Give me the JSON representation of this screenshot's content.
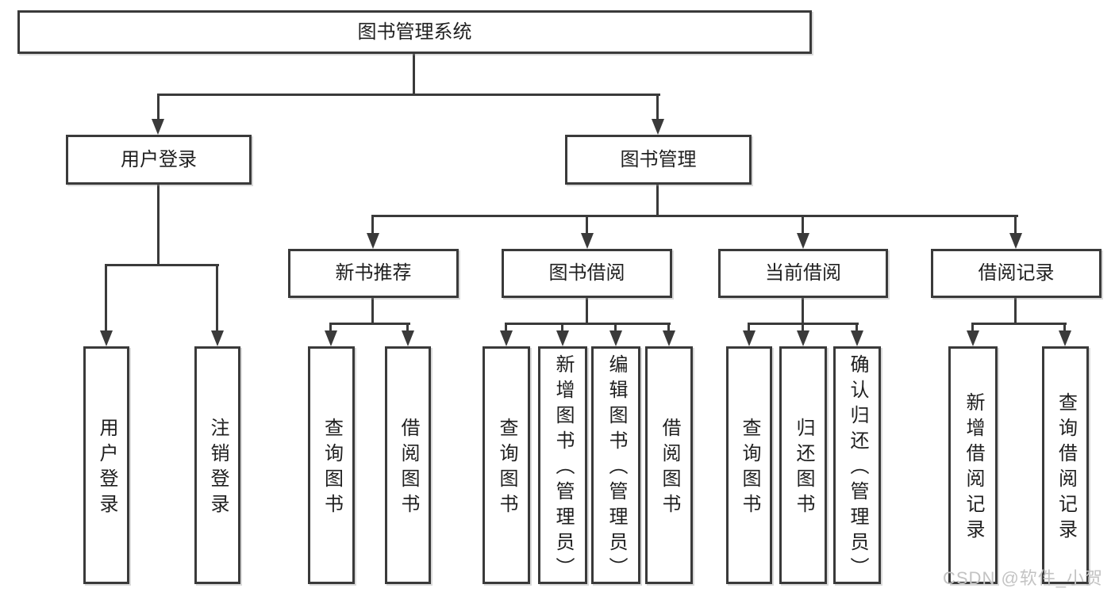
{
  "diagram_type": "tree-diagram",
  "colors": {
    "line": "#3a3a3a",
    "box_border": "#3a3a3a",
    "text": "#1f1f1f",
    "background": "#ffffff",
    "watermark": "#c3c3c3"
  },
  "tree": {
    "label": "图书管理系统",
    "children": [
      {
        "label": "用户登录",
        "children": [
          {
            "label": "用户登录"
          },
          {
            "label": "注销登录"
          }
        ]
      },
      {
        "label": "图书管理",
        "children": [
          {
            "label": "新书推荐",
            "children": [
              {
                "label": "查询图书"
              },
              {
                "label": "借阅图书"
              }
            ]
          },
          {
            "label": "图书借阅",
            "children": [
              {
                "label": "查询图书"
              },
              {
                "label": "新增图书（管理员）"
              },
              {
                "label": "编辑图书（管理员）"
              },
              {
                "label": "借阅图书"
              }
            ]
          },
          {
            "label": "当前借阅",
            "children": [
              {
                "label": "查询图书"
              },
              {
                "label": "归还图书"
              },
              {
                "label": "确认归还（管理员）"
              }
            ]
          },
          {
            "label": "借阅记录",
            "children": [
              {
                "label": "新增借阅记录"
              },
              {
                "label": "查询借阅记录"
              }
            ]
          }
        ]
      }
    ]
  },
  "watermark": {
    "text": "CSDN @软件_小贺同学"
  }
}
